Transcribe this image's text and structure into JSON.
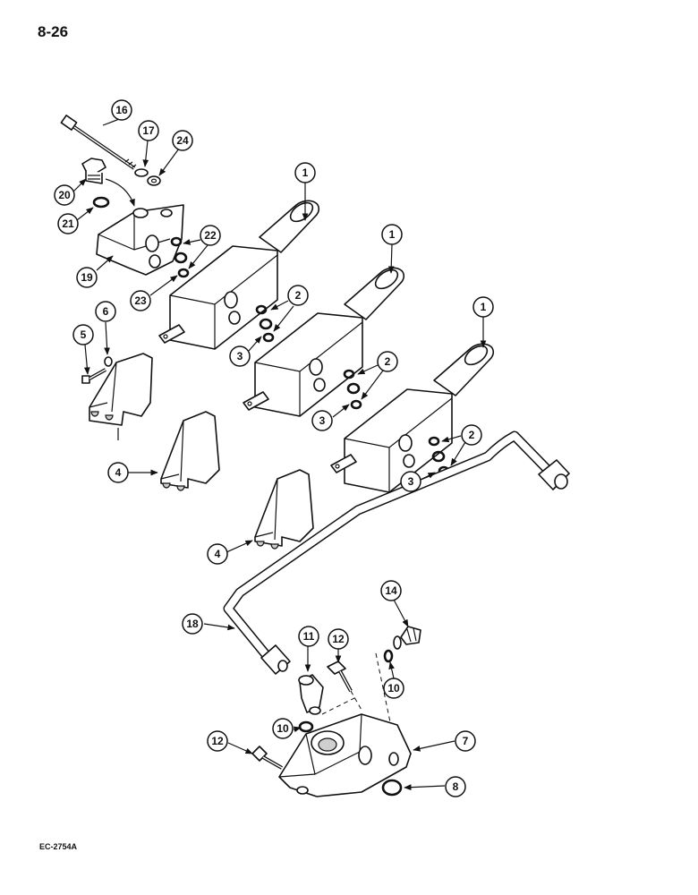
{
  "page_number": "8-26",
  "figure_code": "EC-2754A",
  "callouts": [
    "16",
    "17",
    "24",
    "20",
    "21",
    "19",
    "22",
    "23",
    "1",
    "1",
    "1",
    "2",
    "3",
    "2",
    "3",
    "2",
    "3",
    "6",
    "5",
    "4",
    "4",
    "18",
    "14",
    "11",
    "12",
    "10",
    "10",
    "7",
    "12",
    "8"
  ]
}
